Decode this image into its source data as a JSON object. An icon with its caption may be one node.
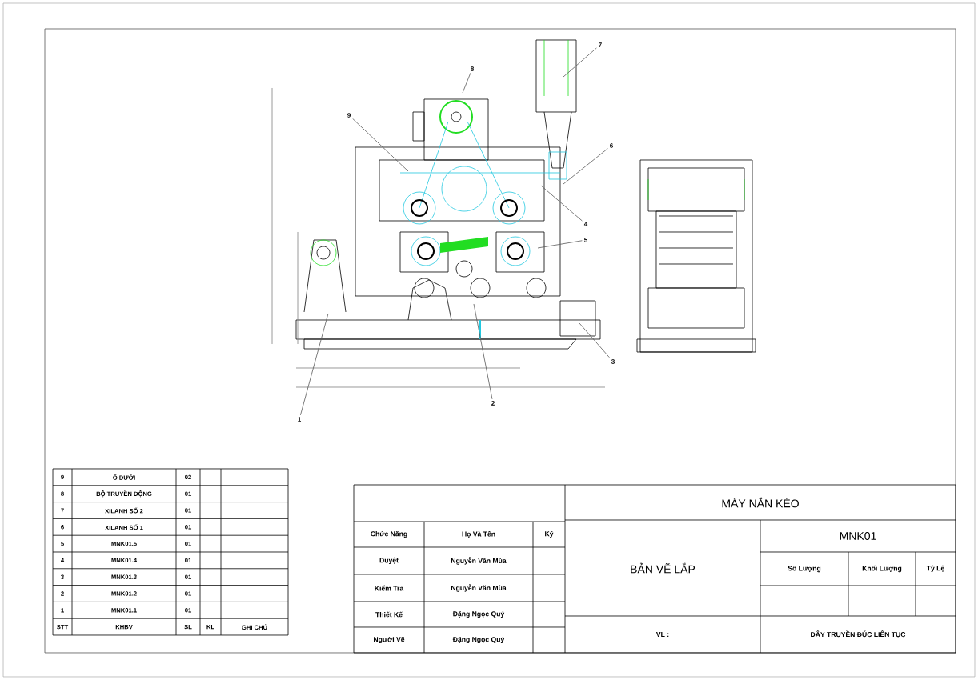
{
  "diagram": {
    "nodes": [
      {
        "text": [
          "7"
        ]
      },
      {
        "text": [
          "8"
        ]
      },
      {
        "text": [
          "9"
        ]
      },
      {
        "text": [
          "6"
        ]
      },
      {
        "text": [
          "4"
        ]
      },
      {
        "text": [
          "5"
        ]
      },
      {
        "text": [
          "3"
        ]
      },
      {
        "text": [
          "2"
        ]
      },
      {
        "text": [
          "1"
        ]
      }
    ],
    "edges": [
      {
        "from": 0,
        "to": null,
        "arrow": "none"
      },
      {
        "from": 1,
        "to": null,
        "arrow": "none"
      },
      {
        "from": 2,
        "to": null,
        "arrow": "none"
      },
      {
        "from": 3,
        "to": null,
        "arrow": "none"
      },
      {
        "from": 4,
        "to": null,
        "arrow": "none"
      },
      {
        "from": 5,
        "to": null,
        "arrow": "none"
      },
      {
        "from": 6,
        "to": null,
        "arrow": "none"
      },
      {
        "from": 7,
        "to": null,
        "arrow": "none"
      },
      {
        "from": 8,
        "to": null,
        "arrow": "none"
      }
    ],
    "labels": [
      "9",
      "Ổ DƯỚI",
      "02",
      "8",
      "BỘ TRUYỀN ĐỘNG",
      "01",
      "7",
      "XILANH SỐ 2",
      "01",
      "6",
      "XILANH SỐ 1",
      "01",
      "5",
      "MNK01.5",
      "01",
      "4",
      "MNK01.4",
      "01",
      "3",
      "MNK01.3",
      "01",
      "2",
      "MNK01.2",
      "01",
      "1",
      "MNK01.1",
      "01",
      "STT",
      "KHBV",
      "SL",
      "KL",
      "GHI CHÚ",
      "Chức Năng",
      "Họ Và Tên",
      "Ký",
      "Duyệt",
      "Nguyễn Văn Mùa",
      "Kiểm Tra",
      "Nguyễn Văn Mùa",
      "Thiết Kế",
      "Đặng Ngọc Quý",
      "Người Vẽ",
      "Đặng Ngọc Quý",
      "MÁY NẮN KÉO",
      "MNK01",
      "BẢN VẼ LẮP",
      "Số Lượng",
      "Khối Lượng",
      "Tỷ Lệ",
      "VL :",
      "DÂY TRUYỀN ĐÚC LIÊN TỤC"
    ]
  }
}
